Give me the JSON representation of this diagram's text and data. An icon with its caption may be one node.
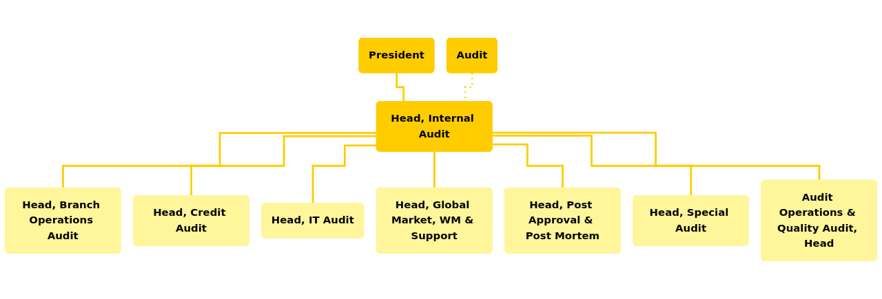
{
  "diagram": {
    "nodes": [
      {
        "text": [
          "President"
        ]
      },
      {
        "text": [
          "Audit"
        ]
      },
      {
        "text": [
          "Head, Internal Audit"
        ]
      },
      {
        "text": [
          "Head, Branch Operations Audit"
        ]
      },
      {
        "text": [
          "Head, Credit Audit"
        ]
      },
      {
        "text": [
          "Head, IT Audit"
        ]
      },
      {
        "text": [
          "Head, Global Market, WM & Support"
        ]
      },
      {
        "text": [
          "Head, Post Approval & Post Mortem"
        ]
      },
      {
        "text": [
          "Head, Special Audit"
        ]
      },
      {
        "text": [
          "Audit Operations & Quality Audit, Head"
        ]
      }
    ],
    "edges": [
      {
        "from": 0,
        "to": 2,
        "arrow": "none"
      },
      {
        "from": 1,
        "to": 2,
        "arrow": "none",
        "style": "dashed"
      },
      {
        "from": 2,
        "to": 3,
        "arrow": "none"
      },
      {
        "from": 2,
        "to": 4,
        "arrow": "none"
      },
      {
        "from": 2,
        "to": 5,
        "arrow": "none"
      },
      {
        "from": 2,
        "to": 6,
        "arrow": "none"
      },
      {
        "from": 2,
        "to": 7,
        "arrow": "none"
      },
      {
        "from": 2,
        "to": 8,
        "arrow": "none"
      },
      {
        "from": 2,
        "to": 9,
        "arrow": "none"
      }
    ]
  }
}
